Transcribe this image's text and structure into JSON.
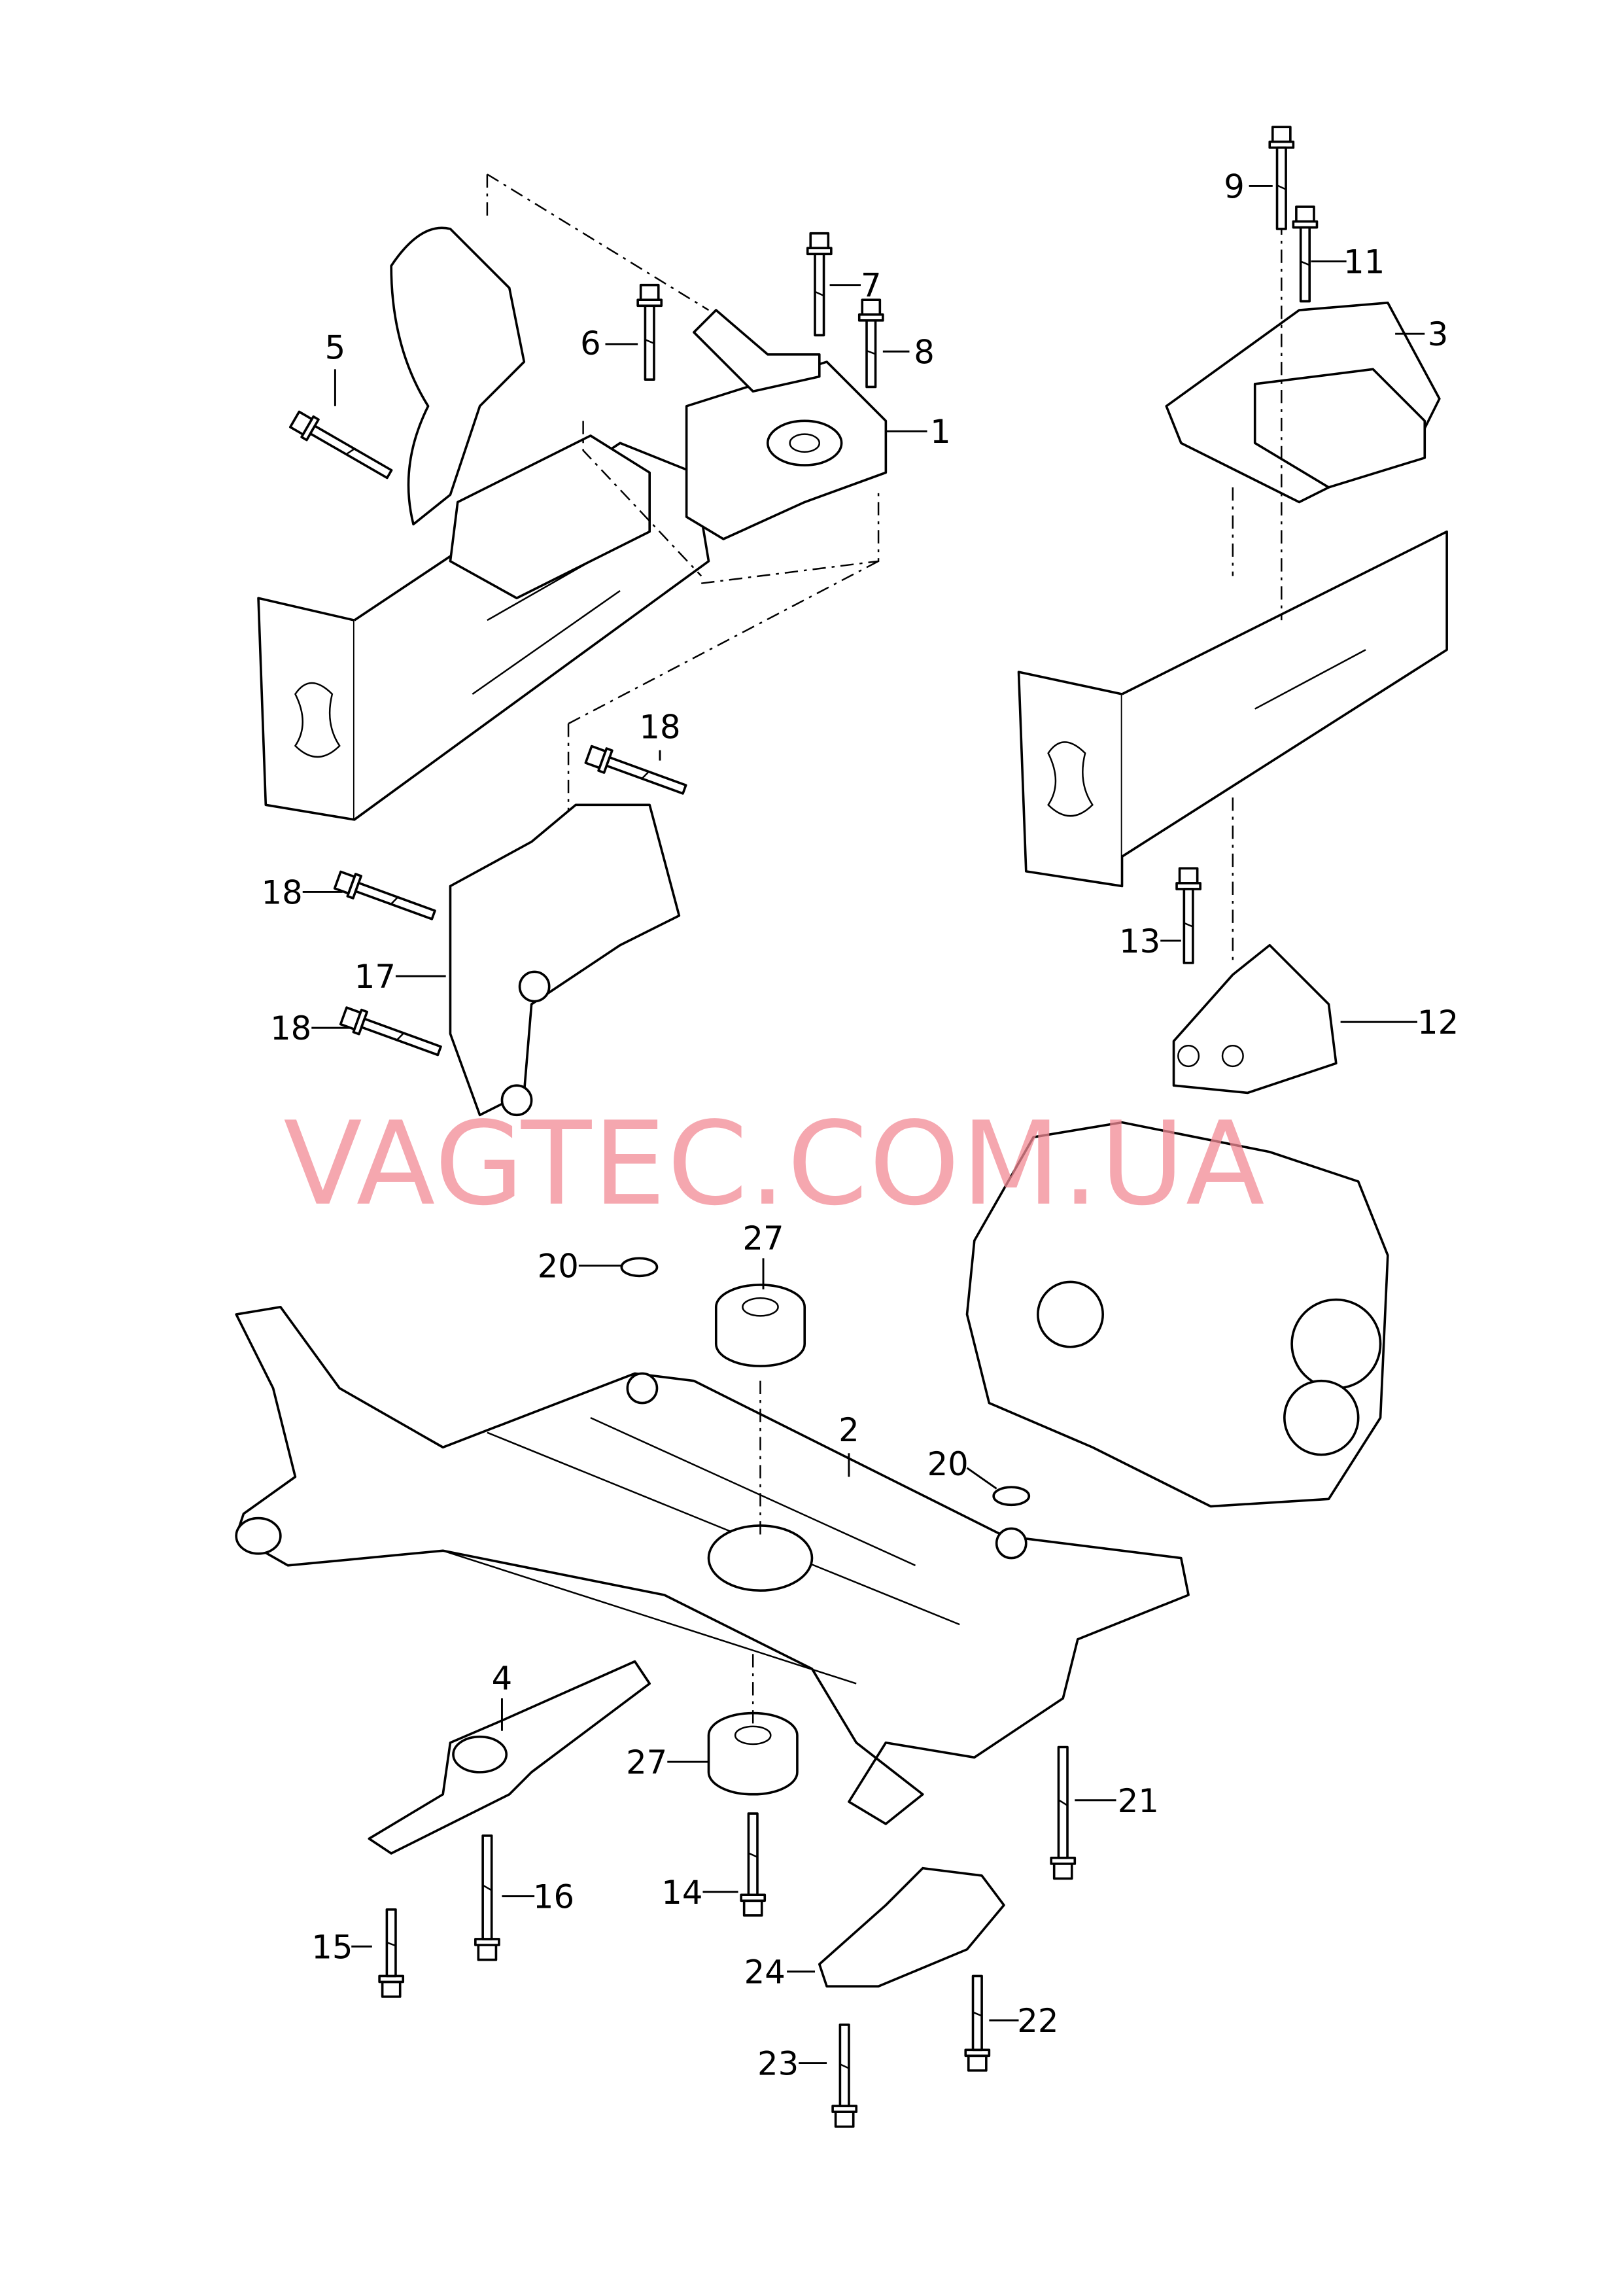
{
  "watermark": "VAGTEC.COM.UA",
  "callouts": [
    {
      "id": "5",
      "label": "5"
    },
    {
      "id": "6",
      "label": "6"
    },
    {
      "id": "7",
      "label": "7"
    },
    {
      "id": "8",
      "label": "8"
    },
    {
      "id": "1",
      "label": "1"
    },
    {
      "id": "9",
      "label": "9"
    },
    {
      "id": "11",
      "label": "11"
    },
    {
      "id": "3",
      "label": "3"
    },
    {
      "id": "18a",
      "label": "18"
    },
    {
      "id": "18b",
      "label": "18"
    },
    {
      "id": "17",
      "label": "17"
    },
    {
      "id": "18c",
      "label": "18"
    },
    {
      "id": "13",
      "label": "13"
    },
    {
      "id": "12",
      "label": "12"
    },
    {
      "id": "20a",
      "label": "20"
    },
    {
      "id": "27a",
      "label": "27"
    },
    {
      "id": "2",
      "label": "2"
    },
    {
      "id": "20b",
      "label": "20"
    },
    {
      "id": "4",
      "label": "4"
    },
    {
      "id": "27b",
      "label": "27"
    },
    {
      "id": "21",
      "label": "21"
    },
    {
      "id": "16",
      "label": "16"
    },
    {
      "id": "14",
      "label": "14"
    },
    {
      "id": "15",
      "label": "15"
    },
    {
      "id": "24",
      "label": "24"
    },
    {
      "id": "22",
      "label": "22"
    },
    {
      "id": "23",
      "label": "23"
    }
  ]
}
